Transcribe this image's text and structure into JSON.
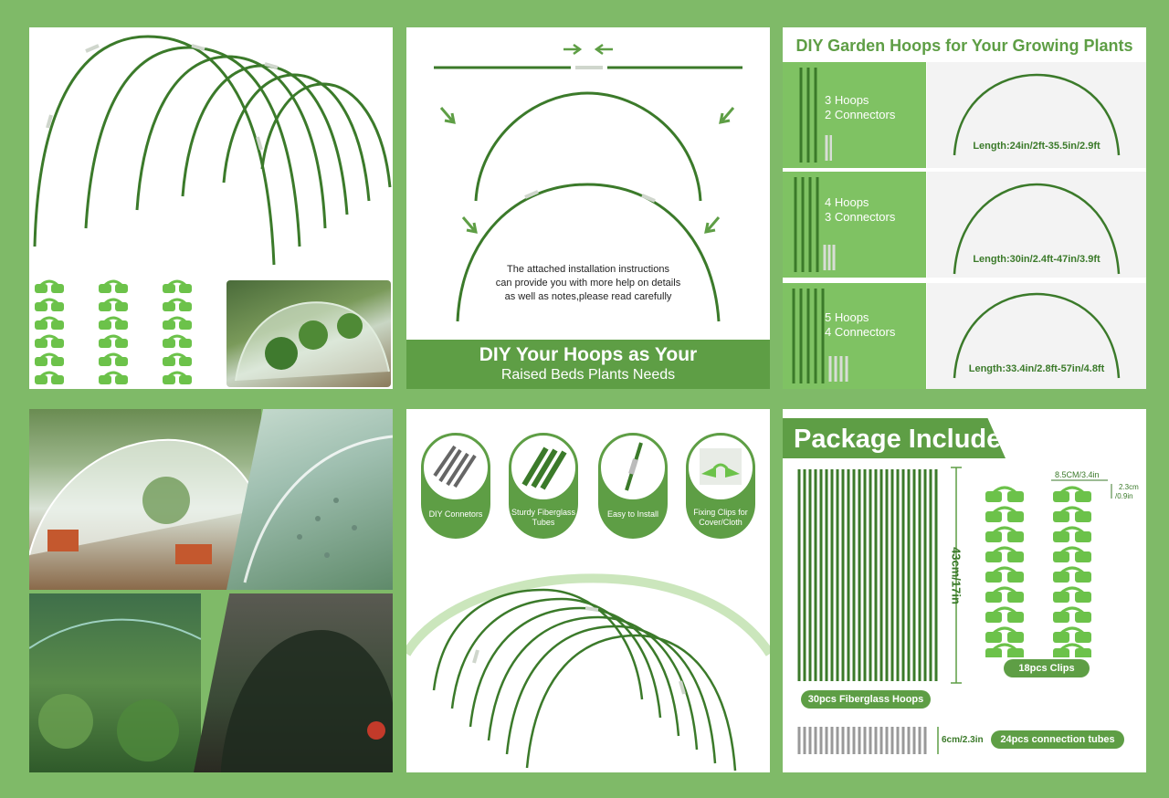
{
  "install": {
    "note_line1": "The attached installation instructions",
    "note_line2": "can provide you with more help on details",
    "note_line3": "as well as notes,please read carefully",
    "banner_line1": "DIY Your Hoops as Your",
    "banner_line2": "Raised Beds Plants Needs"
  },
  "sizes": {
    "title": "DIY Garden Hoops for Your Growing Plants",
    "rows": [
      {
        "hoops": "3 Hoops",
        "connectors": "2 Connectors",
        "length": "Length:24in/2ft-35.5in/2.9ft"
      },
      {
        "hoops": "4 Hoops",
        "connectors": "3 Connectors",
        "length": "Length:30in/2.4ft-47in/3.9ft"
      },
      {
        "hoops": "5 Hoops",
        "connectors": "4 Connectors",
        "length": "Length:33.4in/2.8ft-57in/4.8ft"
      }
    ]
  },
  "features": [
    {
      "line1": "DIY Connetors",
      "line2": ""
    },
    {
      "line1": "Sturdy Fiberglass",
      "line2": "Tubes"
    },
    {
      "line1": "Easy to Install",
      "line2": ""
    },
    {
      "line1": "Fixing Clips for",
      "line2": "Cover/Cloth"
    }
  ],
  "package": {
    "title": "Package Include",
    "hoop_length": "43cm/17in",
    "hoops_label": "30pcs Fiberglass Hoops",
    "clip_width": "8.5CM/3.4in",
    "clip_height_1": "2.3cm",
    "clip_height_2": "/0.9in",
    "clips_label": "18pcs Clips",
    "tube_length": "6cm/2.3in",
    "tubes_label": "24pcs connection tubes"
  },
  "colors": {
    "brand_green": "#5e9e45",
    "hoop_green": "#3b7a2a",
    "clip_green": "#6cc24a",
    "light_green": "#8cc86e"
  }
}
